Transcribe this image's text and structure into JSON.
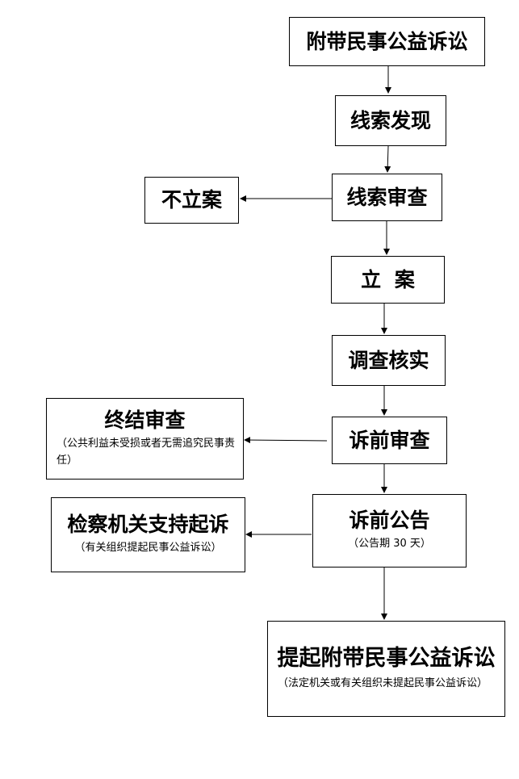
{
  "diagram": {
    "nodes": {
      "start": {
        "title": "附带民事公益诉讼"
      },
      "clue_discovery": {
        "title": "线索发现"
      },
      "clue_review": {
        "title": "线索审查"
      },
      "no_filing": {
        "title": "不立案"
      },
      "filing": {
        "title": "立 案"
      },
      "investigation": {
        "title": "调查核实"
      },
      "pre_suit_review": {
        "title": "诉前审查"
      },
      "terminate_review": {
        "title": "终结审查",
        "note": "（公共利益未受损或者无需追究民事责任）"
      },
      "pre_suit_notice": {
        "title": "诉前公告",
        "note": "（公告期 30 天）"
      },
      "support_prosecution": {
        "title": "检察机关支持起诉",
        "note": "（有关组织提起民事公益诉讼）"
      },
      "file_suit": {
        "title": "提起附带民事公益诉讼",
        "note": "（法定机关或有关组织未提起民事公益诉讼）"
      }
    }
  }
}
